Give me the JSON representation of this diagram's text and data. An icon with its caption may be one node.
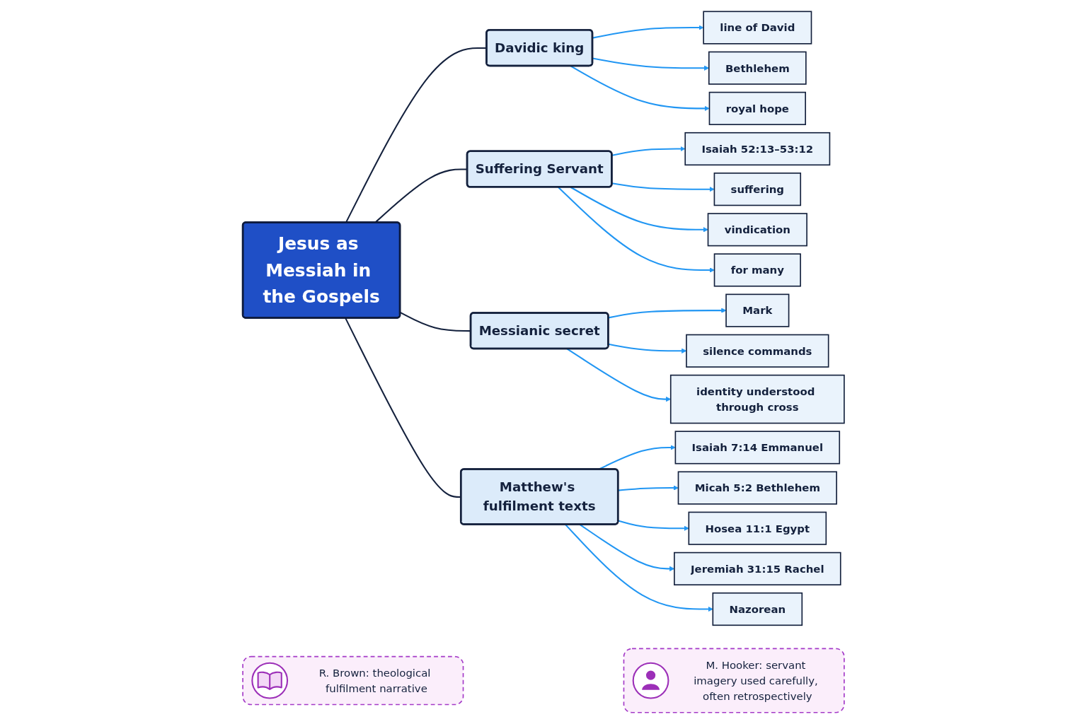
{
  "diagram": {
    "nodes": [
      {
        "text": [
          "Jesus as Messiah in the Gospels"
        ]
      },
      {
        "text": [
          "Davidic king"
        ]
      },
      {
        "text": [
          "line of David"
        ]
      },
      {
        "text": [
          "Bethlehem"
        ]
      },
      {
        "text": [
          "royal hope"
        ]
      },
      {
        "text": [
          "Suffering Servant"
        ]
      },
      {
        "text": [
          "Isaiah 52:13–53:12"
        ]
      },
      {
        "text": [
          "suffering"
        ]
      },
      {
        "text": [
          "vindication"
        ]
      },
      {
        "text": [
          "for many"
        ]
      },
      {
        "text": [
          "Messianic secret"
        ]
      },
      {
        "text": [
          "Mark"
        ]
      },
      {
        "text": [
          "silence commands"
        ]
      },
      {
        "text": [
          "identity understood through cross"
        ]
      },
      {
        "text": [
          "Matthew's fulfilment texts"
        ]
      },
      {
        "text": [
          "Isaiah 7:14 Emmanuel"
        ]
      },
      {
        "text": [
          "Micah 5:2 Bethlehem"
        ]
      },
      {
        "text": [
          "Hosea 11:1 Egypt"
        ]
      },
      {
        "text": [
          "Jeremiah 31:15 Rachel"
        ]
      },
      {
        "text": [
          "Nazorean"
        ]
      },
      {
        "text": [
          "R. Brown: theological fulfilment narrative"
        ]
      },
      {
        "text": [
          "M. Hooker: servant imagery used carefully, often retrospectively"
        ]
      }
    ],
    "edges": [
      {
        "from": 0,
        "to": 1,
        "arrow": "none",
        "color": "#14213d"
      },
      {
        "from": 1,
        "to": 2,
        "arrow": "to"
      },
      {
        "from": 1,
        "to": 3,
        "arrow": "to"
      },
      {
        "from": 1,
        "to": 4,
        "arrow": "to"
      },
      {
        "from": 0,
        "to": 5,
        "arrow": "none",
        "color": "#14213d"
      },
      {
        "from": 5,
        "to": 6,
        "arrow": "to"
      },
      {
        "from": 5,
        "to": 7,
        "arrow": "to"
      },
      {
        "from": 5,
        "to": 8,
        "arrow": "to"
      },
      {
        "from": 5,
        "to": 9,
        "arrow": "to"
      },
      {
        "from": 0,
        "to": 10,
        "arrow": "none",
        "color": "#14213d"
      },
      {
        "from": 10,
        "to": 11,
        "arrow": "to"
      },
      {
        "from": 10,
        "to": 12,
        "arrow": "to"
      },
      {
        "from": 10,
        "to": 13,
        "arrow": "to"
      },
      {
        "from": 0,
        "to": 14,
        "arrow": "none",
        "color": "#14213d"
      },
      {
        "from": 14,
        "to": 15,
        "arrow": "to"
      },
      {
        "from": 14,
        "to": 16,
        "arrow": "to"
      },
      {
        "from": 14,
        "to": 17,
        "arrow": "to"
      },
      {
        "from": 14,
        "to": 18,
        "arrow": "to"
      },
      {
        "from": 14,
        "to": 19,
        "arrow": "to"
      }
    ]
  }
}
